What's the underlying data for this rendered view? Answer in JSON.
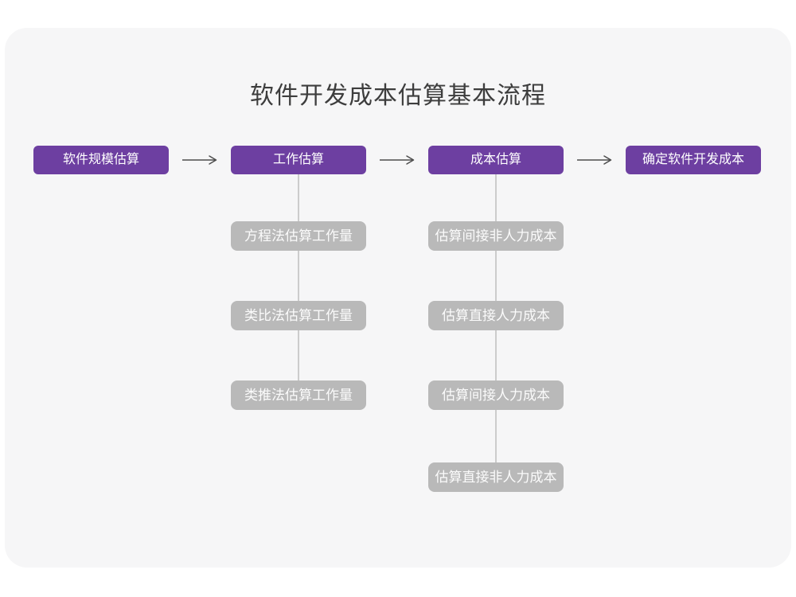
{
  "page": {
    "title": "软件开发成本估算基本流程"
  },
  "colors": {
    "accent_purple": "#6D3FA1",
    "gray_node": "#B9B9B9",
    "card_background": "#F6F6F7",
    "page_background": "#FFFFFF",
    "connector_line": "#CCCCCC",
    "arrow_stroke": "#4D4D4D",
    "title_text": "#3D3D3D",
    "node_text": "#FFFFFF"
  },
  "flow": {
    "main_steps": [
      "软件规模估算",
      "工作估算",
      "成本估算",
      "确定软件开发成本"
    ],
    "effort_methods": [
      "方程法估算工作量",
      "类比法估算工作量",
      "类推法估算工作量"
    ],
    "cost_components": [
      "估算间接非人力成本",
      "估算直接人力成本",
      "估算间接人力成本",
      "估算直接非人力成本"
    ]
  }
}
